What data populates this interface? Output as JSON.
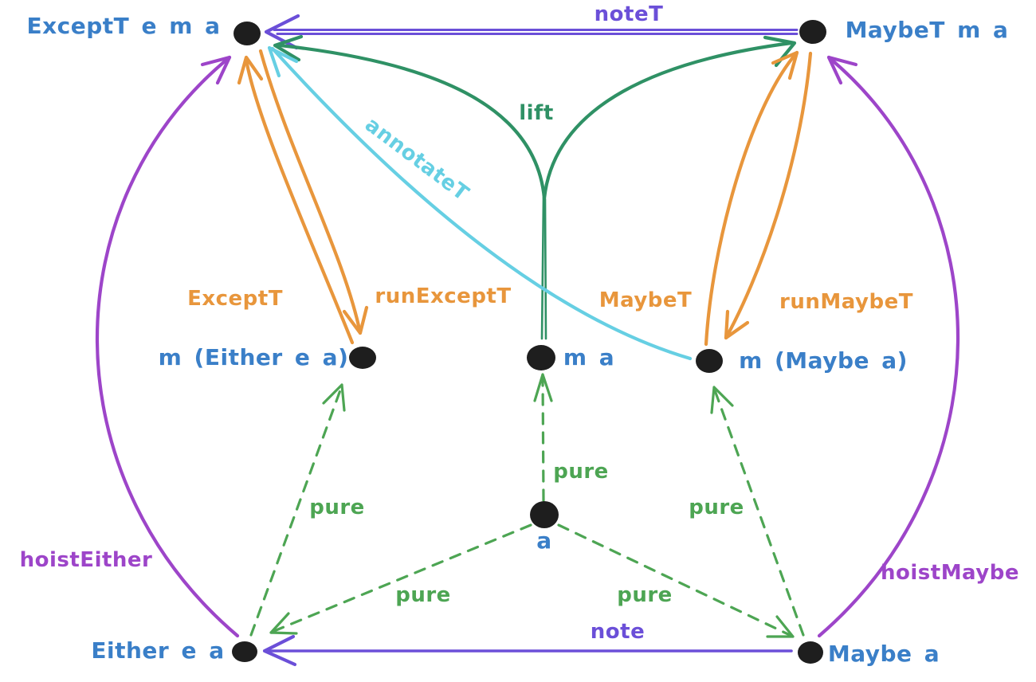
{
  "diagram": {
    "nodes": {
      "exceptTema": {
        "label": "ExceptT e m a"
      },
      "maybeTma": {
        "label": "MaybeT m a"
      },
      "mEither": {
        "label": "m (Either e a)"
      },
      "ma": {
        "label": "m a"
      },
      "mMaybe": {
        "label": "m (Maybe a)"
      },
      "a": {
        "label": "a"
      },
      "either": {
        "label": "Either e a"
      },
      "maybe": {
        "label": "Maybe a"
      }
    },
    "edge_labels": {
      "noteT": "noteT",
      "lift": "lift",
      "annotateT": "annotateT",
      "ExceptT": "ExceptT",
      "runExceptT": "runExceptT",
      "MaybeT": "MaybeT",
      "runMaybeT": "runMaybeT",
      "pure": "pure",
      "note": "note",
      "hoistEither": "hoistEither",
      "hoistMaybe": "hoistMaybe"
    },
    "edges": [
      {
        "label": "noteT",
        "from": "MaybeT m a",
        "to": "ExceptT e m a",
        "color": "indigo",
        "style": "solid"
      },
      {
        "label": "lift",
        "from": "m a",
        "to": "ExceptT e m a",
        "color": "lift_green",
        "style": "solid"
      },
      {
        "label": "lift",
        "from": "m a",
        "to": "MaybeT m a",
        "color": "lift_green",
        "style": "solid"
      },
      {
        "label": "annotateT",
        "from": "m (Maybe a)",
        "to": "ExceptT e m a",
        "color": "cyan",
        "style": "solid"
      },
      {
        "label": "ExceptT",
        "from": "m (Either e a)",
        "to": "ExceptT e m a",
        "color": "orange",
        "style": "solid"
      },
      {
        "label": "runExceptT",
        "from": "ExceptT e m a",
        "to": "m (Either e a)",
        "color": "orange",
        "style": "solid"
      },
      {
        "label": "MaybeT",
        "from": "m (Maybe a)",
        "to": "MaybeT m a",
        "color": "orange",
        "style": "solid"
      },
      {
        "label": "runMaybeT",
        "from": "MaybeT m a",
        "to": "m (Maybe a)",
        "color": "orange",
        "style": "solid"
      },
      {
        "label": "pure",
        "from": "a",
        "to": "m a",
        "color": "pure_green",
        "style": "dashed"
      },
      {
        "label": "pure",
        "from": "a",
        "to": "Either e a",
        "color": "pure_green",
        "style": "dashed"
      },
      {
        "label": "pure",
        "from": "a",
        "to": "Maybe a",
        "color": "pure_green",
        "style": "dashed"
      },
      {
        "label": "pure",
        "from": "Either e a",
        "to": "m (Either e a)",
        "color": "pure_green",
        "style": "dashed"
      },
      {
        "label": "pure",
        "from": "Maybe a",
        "to": "m (Maybe a)",
        "color": "pure_green",
        "style": "dashed"
      },
      {
        "label": "note",
        "from": "Maybe a",
        "to": "Either e a",
        "color": "indigo",
        "style": "solid"
      },
      {
        "label": "hoistEither",
        "from": "Either e a",
        "to": "ExceptT e m a",
        "color": "purple",
        "style": "solid"
      },
      {
        "label": "hoistMaybe",
        "from": "Maybe a",
        "to": "MaybeT m a",
        "color": "purple",
        "style": "solid"
      }
    ]
  },
  "colors": {
    "background": "#ffffff",
    "node": "#1e1e1e",
    "type_label": "#3a7fc8",
    "orange": "#e8963c",
    "lift_green": "#2f9165",
    "pure_green": "#4da553",
    "cyan": "#66cfe3",
    "purple": "#9d45c9",
    "indigo": "#6b4fd8"
  }
}
